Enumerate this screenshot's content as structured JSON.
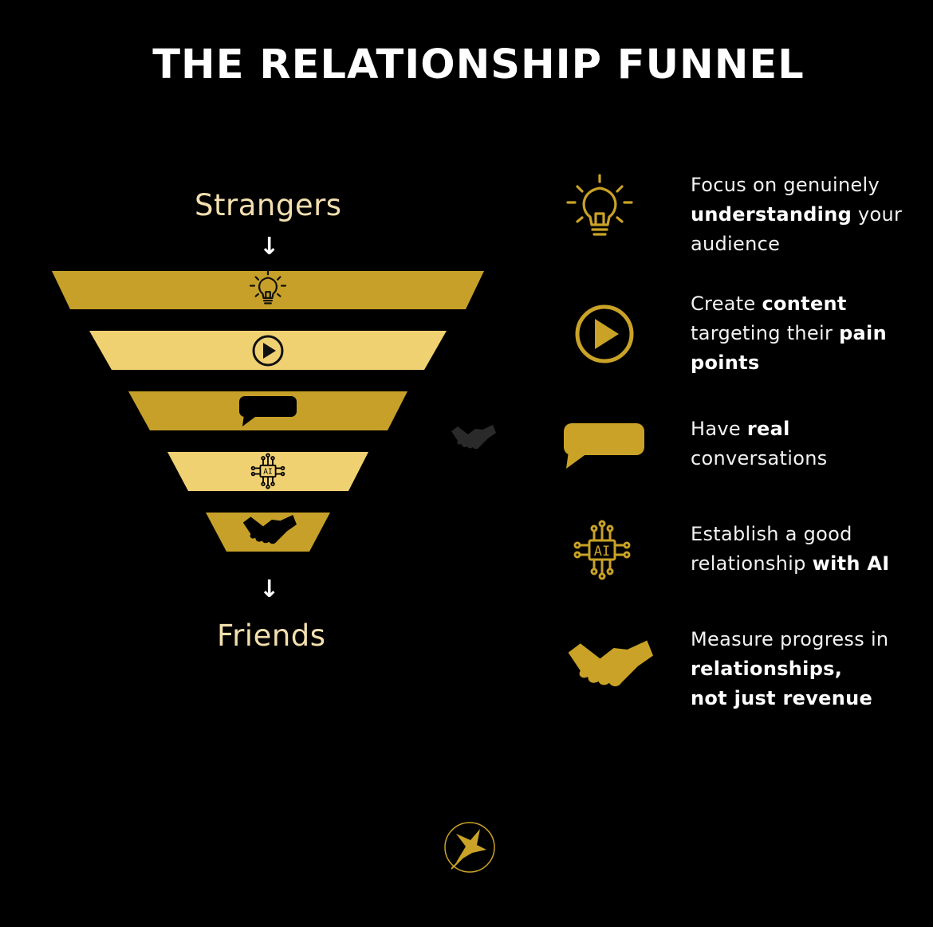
{
  "title": "THE RELATIONSHIP FUNNEL",
  "funnel": {
    "top_label": "Strangers",
    "bottom_label": "Friends",
    "arrow": "↓",
    "center_badge": "AI"
  },
  "stages": [
    {
      "icon": "lightbulb-icon",
      "lines": [
        [
          {
            "t": "Focus on genuinely",
            "b": false
          }
        ],
        [
          {
            "t": "understanding",
            "b": true
          },
          {
            "t": " your",
            "b": false
          }
        ],
        [
          {
            "t": "audience",
            "b": false
          }
        ]
      ]
    },
    {
      "icon": "play-icon",
      "lines": [
        [
          {
            "t": "Create ",
            "b": false
          },
          {
            "t": "content",
            "b": true
          }
        ],
        [
          {
            "t": "targeting their ",
            "b": false
          },
          {
            "t": "pain",
            "b": true
          }
        ],
        [
          {
            "t": "points",
            "b": true
          }
        ]
      ]
    },
    {
      "icon": "speech-bubble-icon",
      "lines": [
        [
          {
            "t": "Have ",
            "b": false
          },
          {
            "t": "real",
            "b": true
          }
        ],
        [
          {
            "t": "conversations",
            "b": false
          }
        ]
      ]
    },
    {
      "icon": "ai-chip-icon",
      "lines": [
        [
          {
            "t": "Establish a good",
            "b": false
          }
        ],
        [
          {
            "t": "relationship ",
            "b": false
          },
          {
            "t": "with AI",
            "b": true
          }
        ]
      ]
    },
    {
      "icon": "handshake-icon",
      "lines": [
        [
          {
            "t": "Measure progress in",
            "b": false
          }
        ],
        [
          {
            "t": "relationships,",
            "b": true
          }
        ],
        [
          {
            "t": "not just revenue",
            "b": true
          }
        ]
      ]
    }
  ],
  "colors": {
    "background": "#000000",
    "gold_dark": "#c6a028",
    "gold_light": "#f0d172",
    "label": "#f3dfae"
  }
}
